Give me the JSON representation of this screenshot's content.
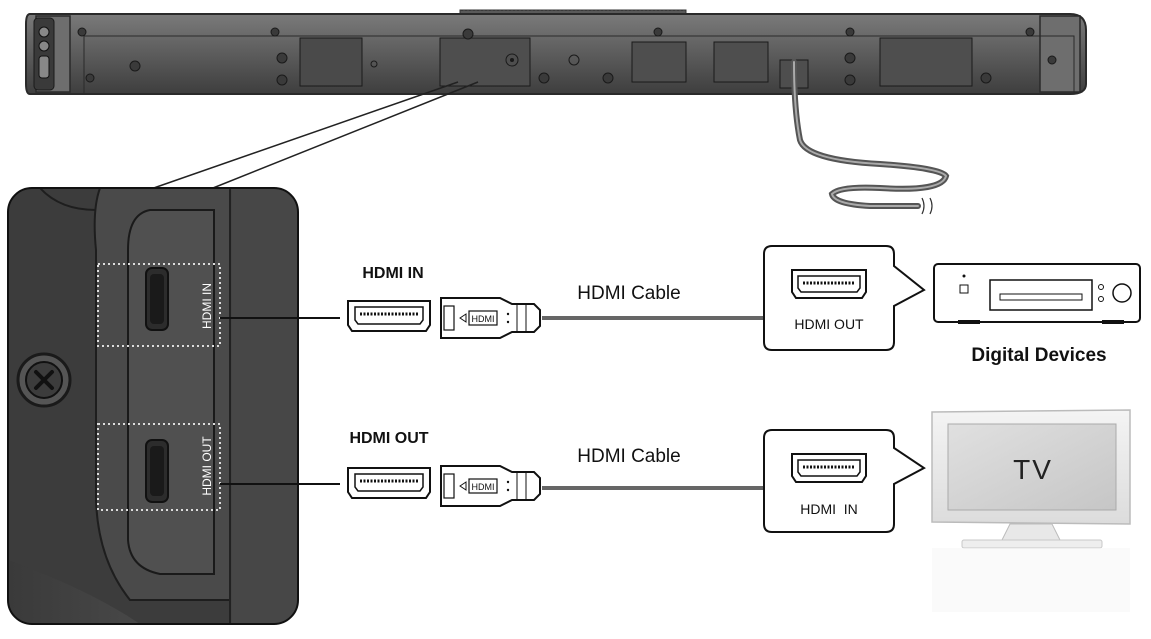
{
  "panel_labels": {
    "hdmi_in_vertical": "HDMI IN",
    "hdmi_out_vertical": "HDMI OUT"
  },
  "row_in": {
    "port_label": "HDMI IN",
    "plug_text": "HDMI",
    "cable_label": "HDMI Cable",
    "device_port_label": "HDMI OUT",
    "device_name": "Digital Devices"
  },
  "row_out": {
    "port_label": "HDMI OUT",
    "plug_text": "HDMI",
    "cable_label": "HDMI Cable",
    "device_port_label": "HDMI  IN",
    "device_name": "TV"
  },
  "colors": {
    "soundbar_body": "#5a5a5a",
    "panel_bg": "#454545",
    "line": "#1a1a1a",
    "cable": "#666666"
  }
}
